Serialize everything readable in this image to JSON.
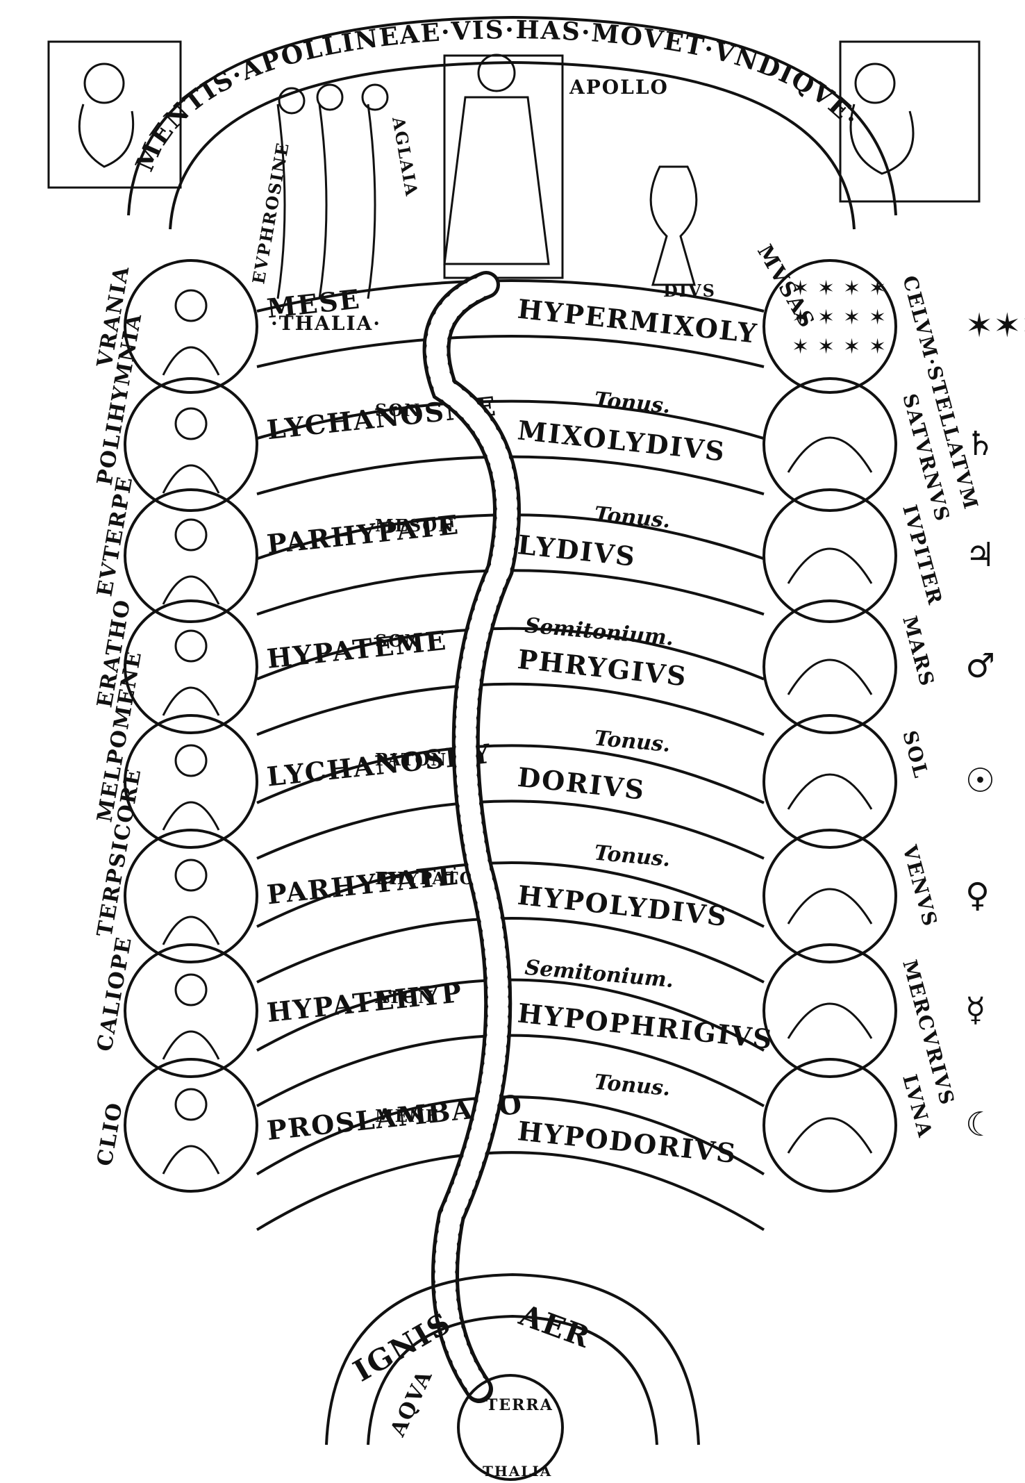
{
  "banner": {
    "motto": "MENTIS·APOLLINEAE·VIS·HAS·MOVET·VNDIQVE·",
    "end": "MVSAS"
  },
  "apollo": "APOLLO",
  "graces": [
    "EVPHROSINE",
    "AGLAIA",
    "·THALIA·"
  ],
  "muses": [
    "CLIO",
    "CALIOPE",
    "TERPSICORE",
    "MELPOMENE",
    "ERATHO",
    "EVTERPE",
    "POLIHYMNIA",
    "VRANIA"
  ],
  "notes": [
    {
      "prefix": "",
      "left": "MESE",
      "right": "HYPERMIXOLY",
      "right_prefix": "DIVS"
    },
    {
      "prefix": "SON",
      "left": "LYCHANOSME",
      "right": "MIXOLYDIVS",
      "right_prefix": ""
    },
    {
      "prefix": "MESON",
      "left": "PARHYPATE",
      "right": "LYDIVS",
      "right_prefix": ""
    },
    {
      "prefix": "SON",
      "left": "HYPATEME",
      "right": "PHRYGIVS",
      "right_prefix": ""
    },
    {
      "prefix": "PATON",
      "left": "LYCHANOSHY",
      "right": "DORIVS",
      "right_prefix": ""
    },
    {
      "prefix": "EHYPATO",
      "left": "PARHYPATE",
      "right": "HYPOLYDIVS",
      "right_prefix": ""
    },
    {
      "prefix": "ATON",
      "left": "HYPATEHYP",
      "right": "HYPOPHRIGIVS",
      "right_prefix": ""
    },
    {
      "prefix": "MENE",
      "left": "PROSLAMBANO",
      "right": "HYPODORIVS",
      "right_prefix": ""
    }
  ],
  "intervals": [
    "Tonus.",
    "Tonus.",
    "Semitonium.",
    "Tonus.",
    "Tonus.",
    "Semitonium.",
    "Tonus."
  ],
  "spheres": [
    "CELVM·STELLATVM",
    "SATVRNVS",
    "IVPITER",
    "MARS",
    "SOL",
    "VENVS",
    "MERCVRIVS",
    "LVNA"
  ],
  "planet_symbols": [
    "✶✶✶",
    "♄",
    "♃",
    "♂",
    "☉",
    "♀",
    "☿",
    "☾"
  ],
  "elements": [
    "IGNIS",
    "AER",
    "AQVA",
    "TERRA"
  ],
  "base_label": "THALIA"
}
